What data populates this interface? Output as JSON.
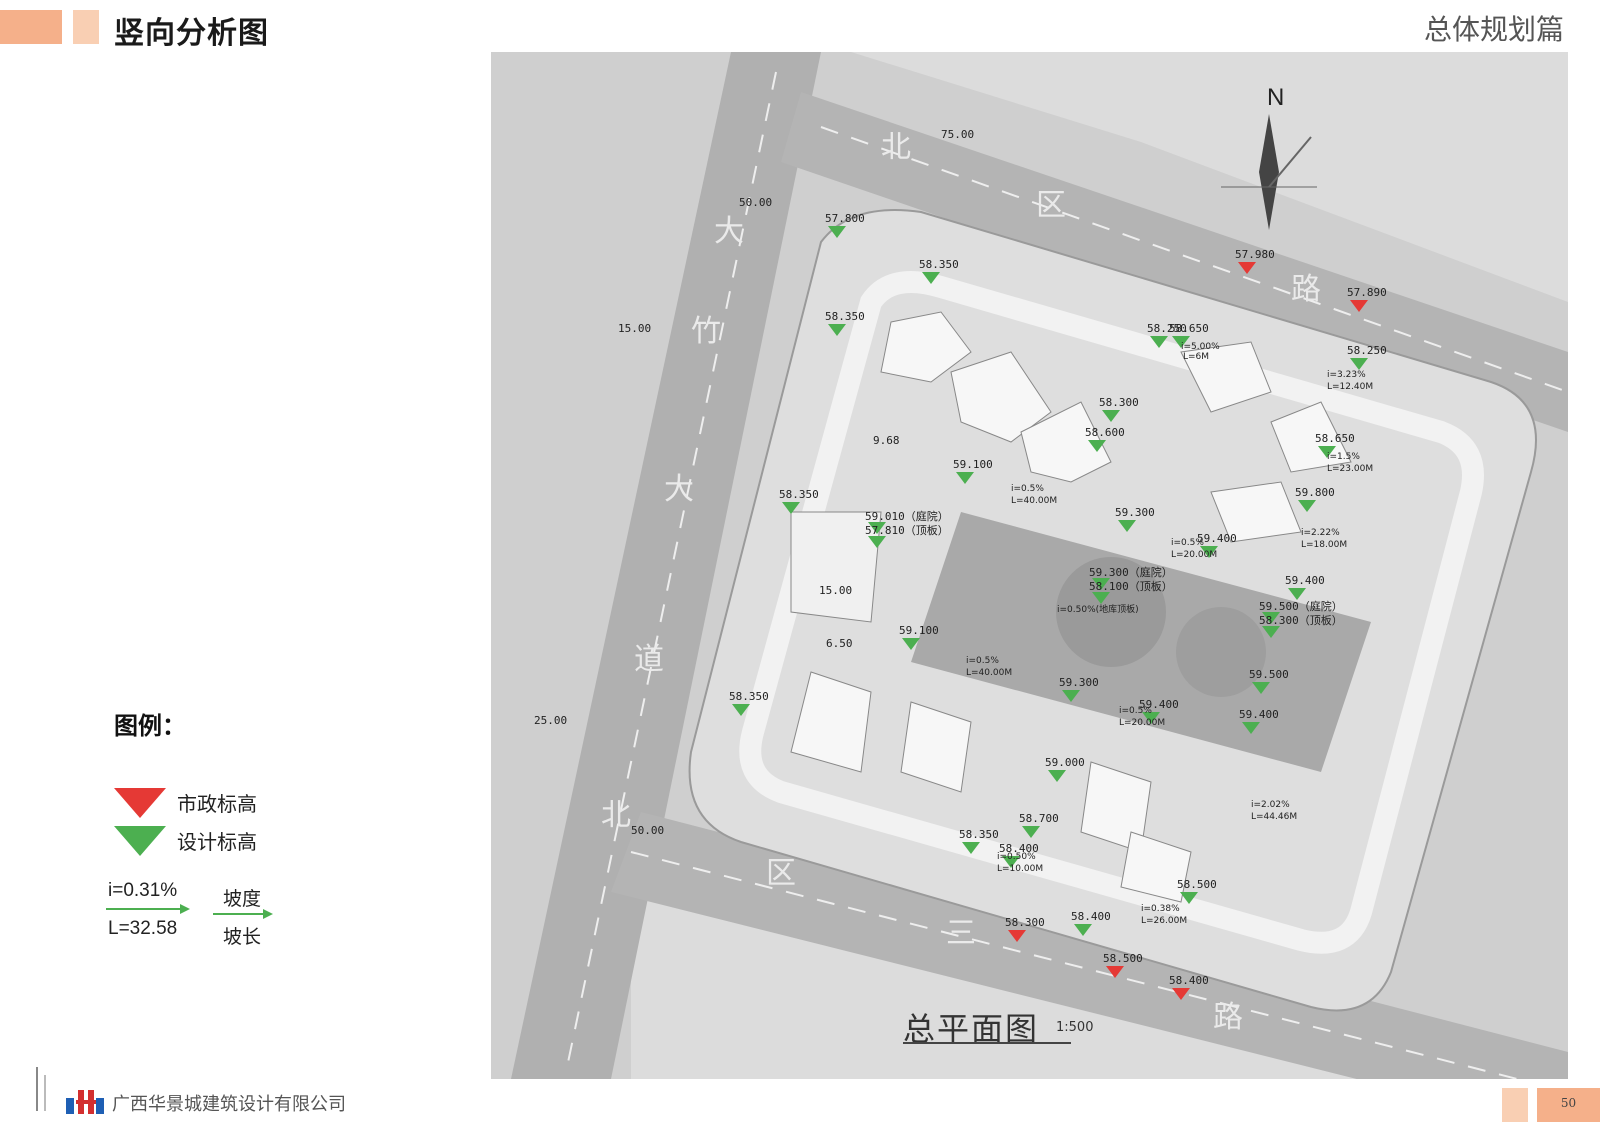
{
  "header": {
    "title": "竖向分析图",
    "section": "总体规划篇"
  },
  "plan": {
    "title": "总平面图",
    "scale": "1:500",
    "north": "N",
    "roads": [
      "北",
      "区",
      "路",
      "大",
      "竹",
      "大",
      "道",
      "北",
      "区",
      "三",
      "路"
    ],
    "dims": [
      "75.00",
      "50.00",
      "15.00",
      "25.00",
      "50.00",
      "9.68",
      "15.00",
      "6.50"
    ],
    "elev_labels": [
      {
        "text": "57.800",
        "type": "design"
      },
      {
        "text": "57.980",
        "type": "municipal"
      },
      {
        "text": "57.890",
        "type": "municipal"
      },
      {
        "text": "58.350",
        "type": "design"
      },
      {
        "text": "58.350",
        "type": "design"
      },
      {
        "text": "58.250",
        "type": "design"
      },
      {
        "text": "58.650",
        "type": "design"
      },
      {
        "text": "58.250",
        "type": "design"
      },
      {
        "text": "58.300",
        "type": "design"
      },
      {
        "text": "58.600",
        "type": "design"
      },
      {
        "text": "58.650",
        "type": "design"
      },
      {
        "text": "59.100",
        "type": "design"
      },
      {
        "text": "58.350",
        "type": "design"
      },
      {
        "text": "59.300",
        "type": "design"
      },
      {
        "text": "59.400",
        "type": "design"
      },
      {
        "text": "59.800",
        "type": "design"
      },
      {
        "text": "59.010（庭院）",
        "type": "design"
      },
      {
        "text": "57.810（顶板）",
        "type": "design"
      },
      {
        "text": "59.300（庭院）",
        "type": "design"
      },
      {
        "text": "58.100（顶板）",
        "type": "design"
      },
      {
        "text": "59.400",
        "type": "design"
      },
      {
        "text": "59.500（庭院）",
        "type": "design"
      },
      {
        "text": "58.300（顶板）",
        "type": "design"
      },
      {
        "text": "59.100",
        "type": "design"
      },
      {
        "text": "59.500",
        "type": "design"
      },
      {
        "text": "59.300",
        "type": "design"
      },
      {
        "text": "58.350",
        "type": "design"
      },
      {
        "text": "59.400",
        "type": "design"
      },
      {
        "text": "59.400",
        "type": "design"
      },
      {
        "text": "59.000",
        "type": "design"
      },
      {
        "text": "58.700",
        "type": "design"
      },
      {
        "text": "58.350",
        "type": "design"
      },
      {
        "text": "58.400",
        "type": "design"
      },
      {
        "text": "58.500",
        "type": "design"
      },
      {
        "text": "58.400",
        "type": "design"
      },
      {
        "text": "58.300",
        "type": "municipal"
      },
      {
        "text": "58.500",
        "type": "municipal"
      },
      {
        "text": "58.400",
        "type": "municipal"
      }
    ],
    "slope_notes": [
      "i=5.00%",
      "L=6M",
      "i=3.23%",
      "L=12.40M",
      "i=1.5%",
      "L=23.00M",
      "i=0.5%",
      "L=40.00M",
      "i=0.5%",
      "L=20.00M",
      "i=2.22%",
      "L=18.00M",
      "i=0.50%(地库顶板)",
      "i=0.5%",
      "L=40.00M",
      "i=0.5%",
      "L=20.00M",
      "i=2.02%",
      "L=44.46M",
      "i=0.50%",
      "L=10.00M",
      "i=0.38%",
      "L=26.00M"
    ]
  },
  "legend": {
    "title": "图例：",
    "municipal_label": "市政标高",
    "design_label": "设计标高",
    "slope_i": "i=0.31%",
    "slope_L": "L=32.58",
    "slope_word": "坡度",
    "length_word": "坡长",
    "colors": {
      "municipal": "#e53935",
      "design": "#4caf50",
      "accent": "#f5b08a"
    }
  },
  "footer": {
    "company": "广西华景城建筑设计有限公司",
    "page": "50"
  }
}
